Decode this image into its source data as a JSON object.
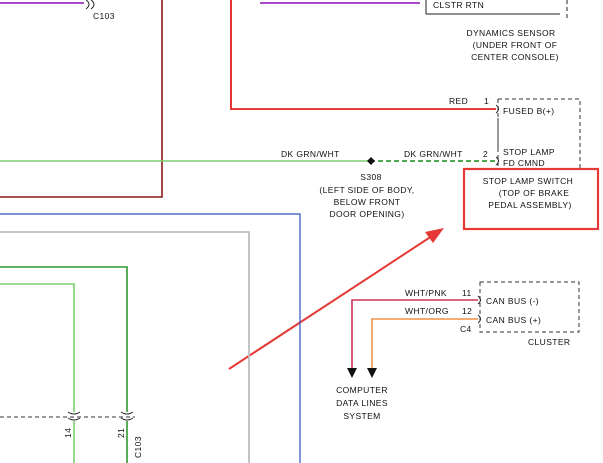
{
  "top": {
    "connector_left": "C103",
    "clstr_rtn": "CLSTR RTN",
    "dynamics_sensor": [
      "DYNAMICS SENSOR",
      "(UNDER FRONT OF",
      "CENTER CONSOLE)"
    ]
  },
  "stop_lamp_switch": {
    "wire_red": "RED",
    "pin1": "1",
    "pin1_label": "FUSED B(+)",
    "pin2": "2",
    "pin2_label": [
      "STOP LAMP",
      "FD CMND"
    ],
    "callout": [
      "STOP LAMP SWITCH",
      "(TOP OF BRAKE",
      "PEDAL ASSEMBLY)"
    ]
  },
  "splice": {
    "left_wire": "DK GRN/WHT",
    "right_wire": "DK GRN/WHT",
    "name": "S308",
    "location": [
      "(LEFT SIDE OF BODY,",
      "BELOW FRONT",
      "DOOR OPENING)"
    ]
  },
  "cluster": {
    "wire_11": "WHT/PNK",
    "pin11": "11",
    "wire_12": "WHT/ORG",
    "pin12": "12",
    "connector": "C4",
    "can_minus": "CAN BUS (-)",
    "can_plus": "CAN BUS (+)",
    "name": "CLUSTER"
  },
  "computer": [
    "COMPUTER",
    "DATA LINES",
    "SYSTEM"
  ],
  "bottom_connectors": {
    "pin14": "14",
    "pin21": "21",
    "connector": "C103"
  },
  "colors": {
    "red": "#e02020",
    "dark_red": "#8b1a1a",
    "purple": "#9b30c8",
    "green_light": "#7ccf6e",
    "green_dark": "#2e9a2e",
    "green_dashed": "#3a9a3a",
    "orange": "#f0a060",
    "blue": "#3050c0",
    "gray": "#bdbdbd",
    "callout": "#e53935"
  }
}
